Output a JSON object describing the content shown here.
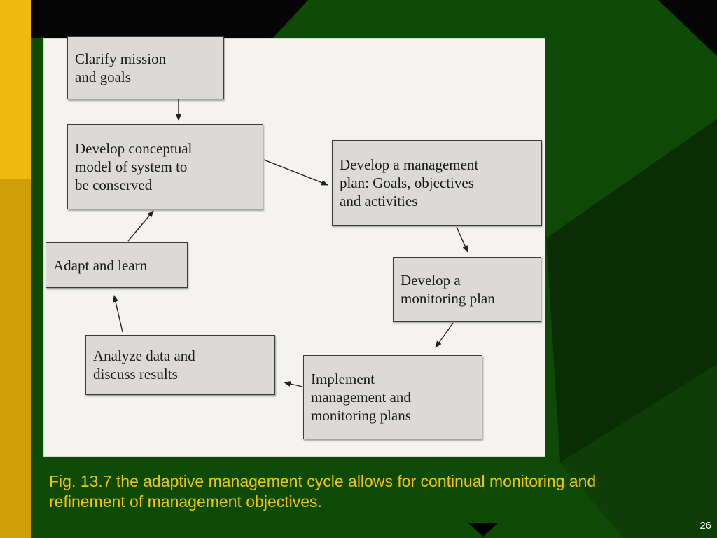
{
  "slide": {
    "caption": "Fig. 13.7 the adaptive management cycle allows for continual monitoring and refinement of management objectives.",
    "page_number": "26",
    "colors": {
      "background": "#0d4a05",
      "accent": "#f2c20f",
      "sidebar": "#d6a90a",
      "box_fill": "#dcdad7"
    }
  },
  "diagram": {
    "nodes": [
      {
        "id": "clarify",
        "label": "Clarify mission\nand goals"
      },
      {
        "id": "conceptual",
        "label": "Develop conceptual\nmodel of system to\nbe conserved"
      },
      {
        "id": "plan",
        "label": "Develop a management\nplan: Goals, objectives\nand activities"
      },
      {
        "id": "monitoring",
        "label": "Develop a\nmonitoring plan"
      },
      {
        "id": "implement",
        "label": "Implement\nmanagement and\nmonitoring plans"
      },
      {
        "id": "analyze",
        "label": "Analyze data and\ndiscuss results"
      },
      {
        "id": "adapt",
        "label": "Adapt and learn"
      }
    ],
    "edges": [
      {
        "from": "clarify",
        "to": "conceptual"
      },
      {
        "from": "conceptual",
        "to": "plan"
      },
      {
        "from": "plan",
        "to": "monitoring"
      },
      {
        "from": "monitoring",
        "to": "implement"
      },
      {
        "from": "implement",
        "to": "analyze"
      },
      {
        "from": "analyze",
        "to": "adapt"
      },
      {
        "from": "adapt",
        "to": "conceptual"
      }
    ]
  }
}
